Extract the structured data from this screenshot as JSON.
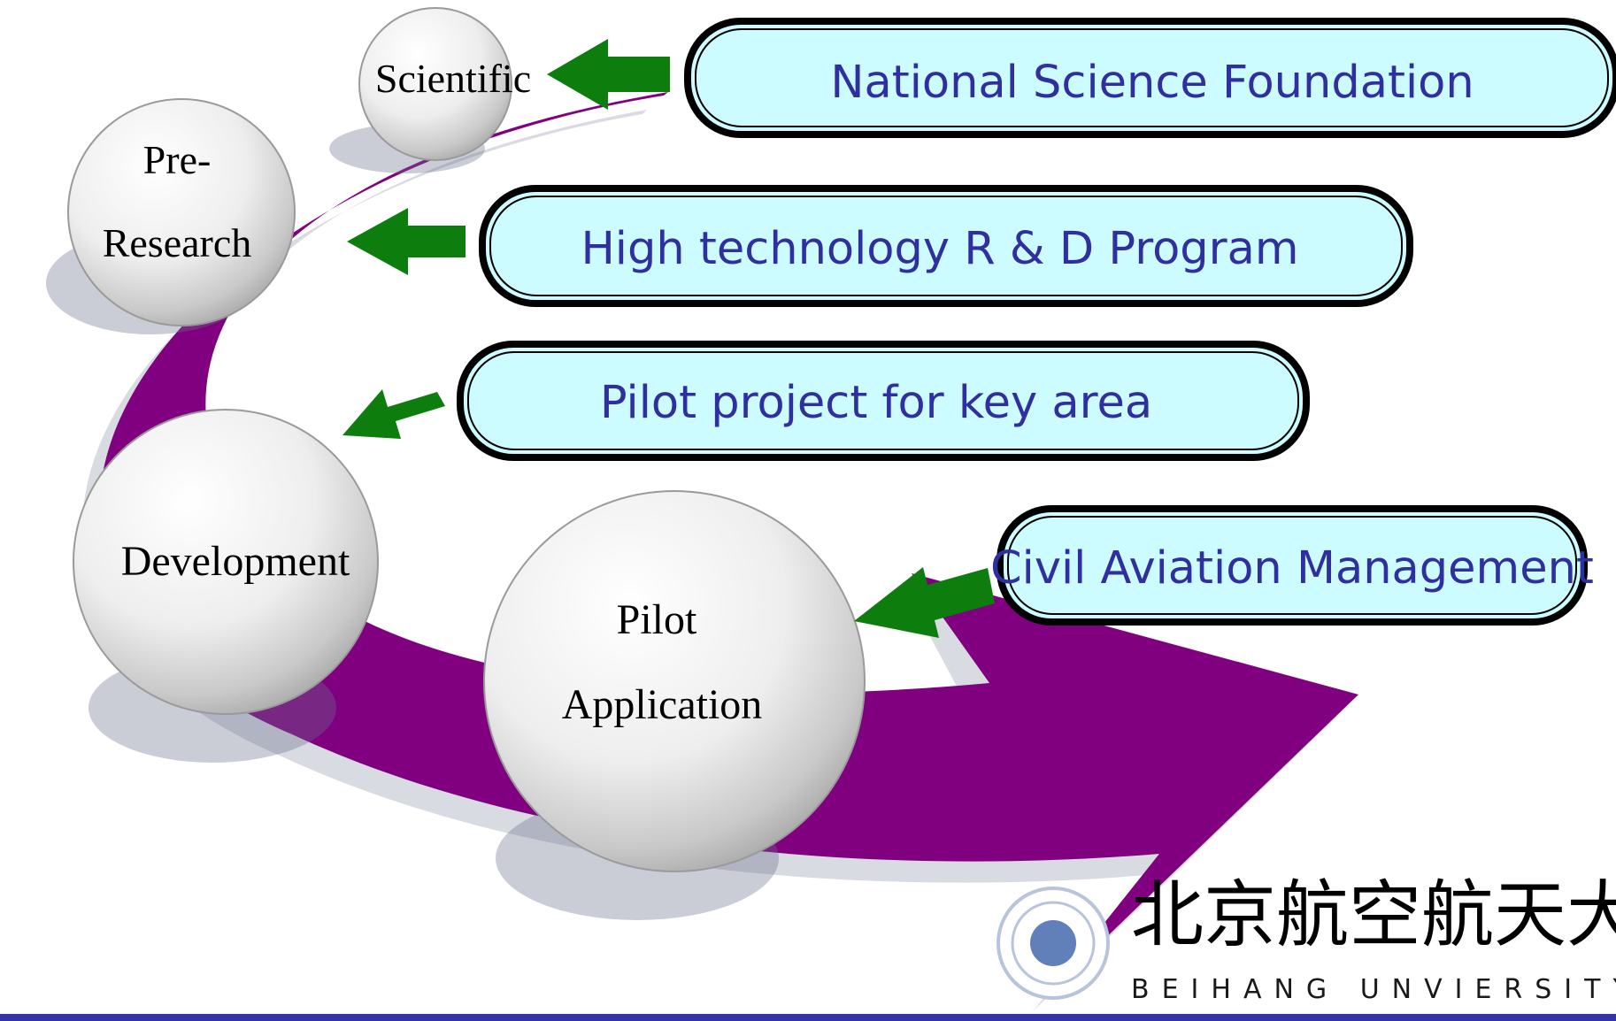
{
  "stages": [
    {
      "id": "scientific",
      "lines": [
        "Scientific"
      ]
    },
    {
      "id": "pre-research",
      "lines": [
        "Pre-",
        "Research"
      ]
    },
    {
      "id": "development",
      "lines": [
        "Development"
      ]
    },
    {
      "id": "pilot-application",
      "lines": [
        "Pilot",
        "Application"
      ]
    }
  ],
  "programs": [
    {
      "id": "national-science-foundation",
      "label": "National Science Foundation"
    },
    {
      "id": "high-tech-rd",
      "label": "High technology R & D Program"
    },
    {
      "id": "pilot-key-area",
      "label": "Pilot project for key area"
    },
    {
      "id": "civil-aviation",
      "label": "Civil Aviation Management"
    }
  ],
  "logo": {
    "chinese": "北京航空航天大学",
    "english": "BEIHANG UNVIERSITY"
  },
  "colors": {
    "band": "#800080",
    "band_shadow": "#d8dbe2",
    "arrow": "#0d7d0d",
    "box_fill": "#ccfcff",
    "box_border": "#000000",
    "program_text": "#2f2fa0",
    "footer_line": "#3333aa"
  }
}
